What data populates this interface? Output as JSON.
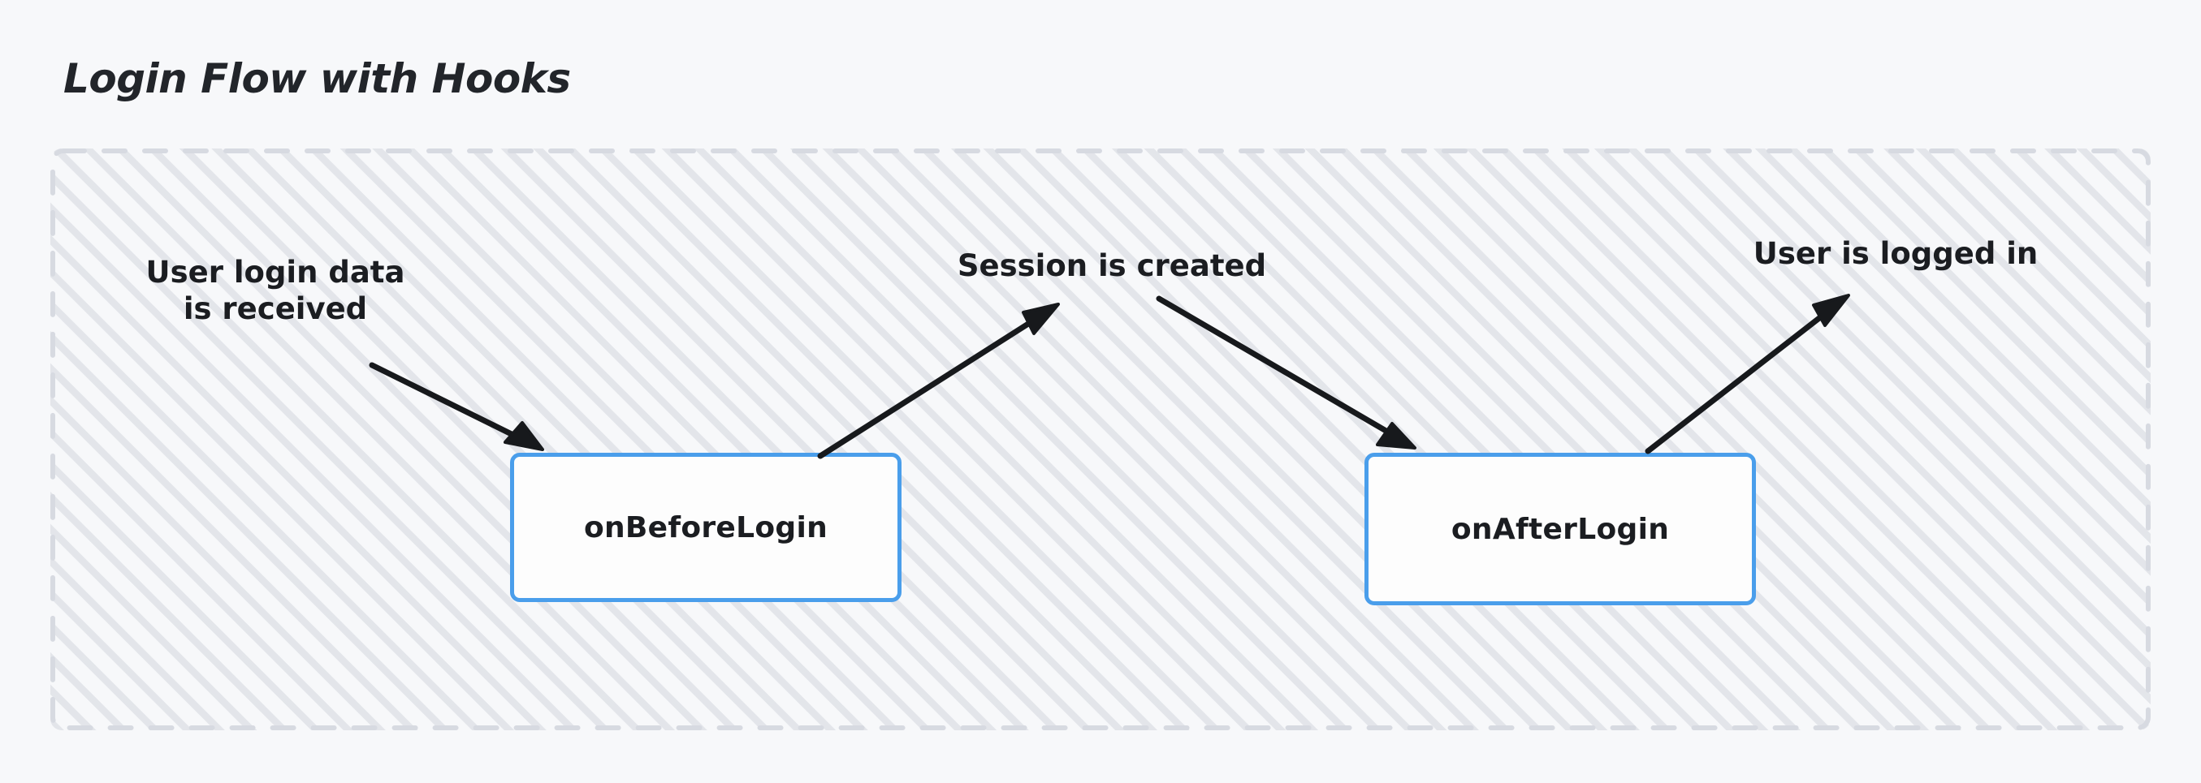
{
  "title": "Login Flow with Hooks",
  "canvas": {
    "background_color": "#f7f8fa",
    "container": {
      "border_style": "dashed",
      "border_color": "#d7dae1",
      "hatch_color": "#e8eaee"
    }
  },
  "nodes": [
    {
      "id": "onBeforeLogin",
      "label": "onBeforeLogin",
      "border_color": "#4a9eeb",
      "fill_color": "#fdfdfd"
    },
    {
      "id": "onAfterLogin",
      "label": "onAfterLogin",
      "border_color": "#4a9eeb",
      "fill_color": "#fdfdfd"
    }
  ],
  "edges": [
    {
      "id": "user-login-data",
      "label": "User login data\nis received",
      "direction": "into-onBeforeLogin",
      "color": "#17191c"
    },
    {
      "id": "session-created",
      "label": "Session is created",
      "direction": "out-of-onBeforeLogin",
      "color": "#17191c"
    },
    {
      "id": "to-on-after-login",
      "label": "",
      "direction": "into-onAfterLogin",
      "color": "#17191c"
    },
    {
      "id": "user-logged-in",
      "label": "User is logged in",
      "direction": "out-of-onAfterLogin",
      "color": "#17191c"
    }
  ],
  "chart_data": {
    "type": "diagram",
    "title": "Login Flow with Hooks",
    "nodes": [
      "onBeforeLogin",
      "onAfterLogin"
    ],
    "edge_labels": [
      "User login data is received",
      "Session is created",
      "User is logged in"
    ]
  }
}
